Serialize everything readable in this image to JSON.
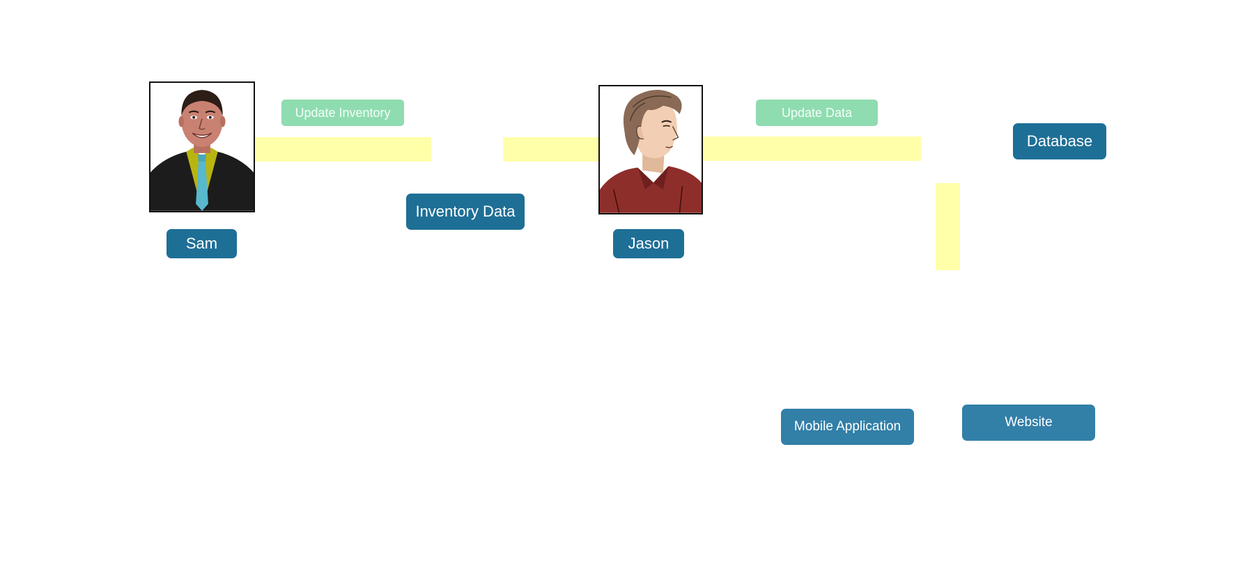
{
  "people": {
    "sam": {
      "name": "Sam"
    },
    "jason": {
      "name": "Jason"
    }
  },
  "actions": {
    "update_inventory": "Update Inventory",
    "update_data": "Update Data"
  },
  "nodes": {
    "inventory_data": "Inventory Data",
    "database": "Database",
    "mobile_application": "Mobile Application",
    "website": "Website"
  },
  "colors": {
    "node": "#1e6f96",
    "node_light": "#327fa8",
    "action": "#8fdcb0",
    "connector": "#ffffaa"
  }
}
